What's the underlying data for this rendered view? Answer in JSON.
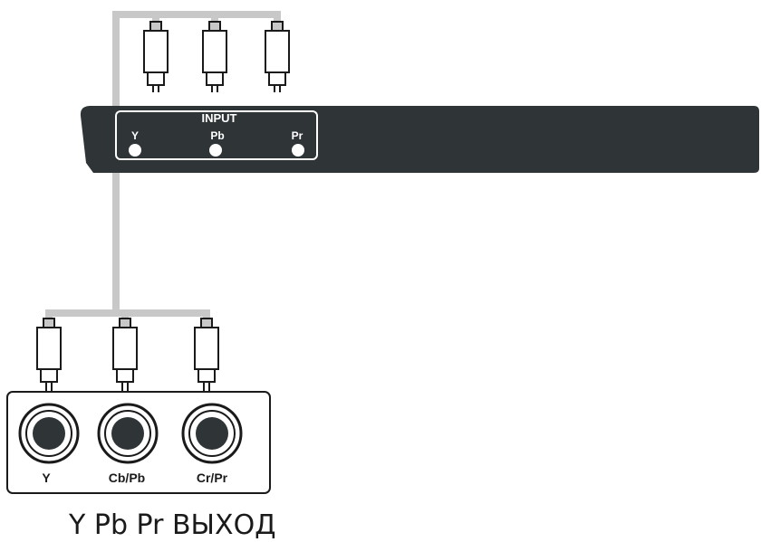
{
  "device_panel": {
    "group_label": "INPUT",
    "ports": [
      "Y",
      "Pb",
      "Pr"
    ]
  },
  "source_panel": {
    "jacks": [
      "Y",
      "Cb/Pb",
      "Cr/Pr"
    ]
  },
  "caption": "Y Pb Pr ВЫХОД",
  "colors": {
    "panel": "#2f3437",
    "cable": "#c8c8c8",
    "outline": "#1a1a1a"
  }
}
